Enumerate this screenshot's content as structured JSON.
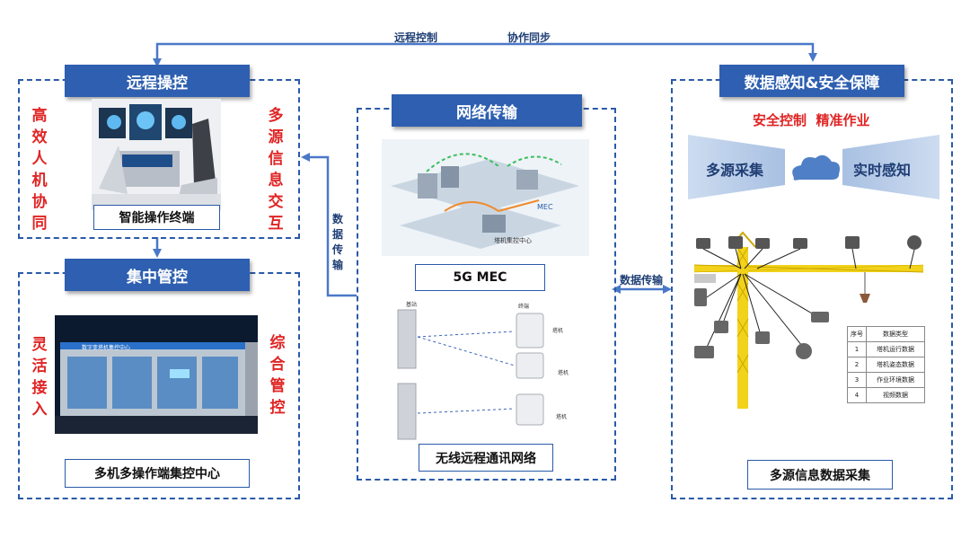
{
  "top_flow": {
    "left": "远程控制",
    "right": "协作同步"
  },
  "remote_ops": {
    "title": "远程操控",
    "left_vertical": "高效人机协同",
    "right_vertical": "多源信息交互",
    "caption": "智能操作终端"
  },
  "central": {
    "title": "集中管控",
    "left_vertical": "灵活接入",
    "right_vertical": "综合管控",
    "caption": "多机多操作端集控中心",
    "sign": "数字变塔机集控中心"
  },
  "network": {
    "title": "网络传输",
    "mec_caption": "5G MEC",
    "mec_tag": "MEC",
    "mec_center": "塔机集控中心",
    "caption": "无线远程通讯网络",
    "base_label": "基站",
    "terminal_label": "终端",
    "crane_label": "塔机"
  },
  "data_link": {
    "vertical": "数据传输",
    "horizontal": "数据传输"
  },
  "sensing": {
    "title": "数据感知&安全保障",
    "slogan": "安全控制  精准作业",
    "left_wing": "多源采集",
    "right_wing": "实时感知",
    "caption": "多源信息数据采集",
    "table": {
      "headers": [
        "序号",
        "数据类型"
      ],
      "rows": [
        [
          "1",
          "塔机运行数据"
        ],
        [
          "2",
          "塔机姿态数据"
        ],
        [
          "3",
          "作业环境数据"
        ],
        [
          "4",
          "视频数据"
        ]
      ]
    }
  },
  "colors": {
    "header_blue": "#2e5fb0",
    "border_blue": "#2a5aa8",
    "accent_red": "#e02424",
    "arrow_blue": "#4a78c8"
  }
}
